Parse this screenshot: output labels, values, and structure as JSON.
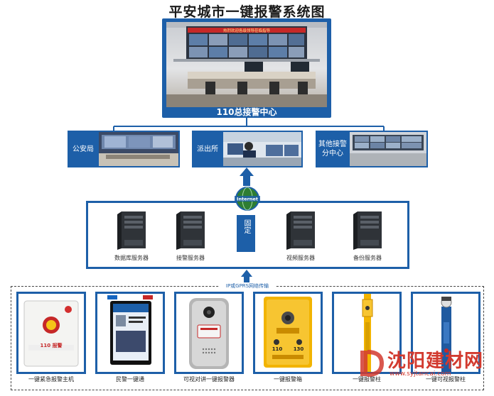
{
  "title": "平安城市一键报警系统图",
  "center": {
    "label": "110总接警中心",
    "banner": "热烈欢迎各级领导莅临指导"
  },
  "stations": [
    {
      "label": "公安局"
    },
    {
      "label": "派出所"
    },
    {
      "label": "其他接警分中心"
    }
  ],
  "network": {
    "internet_label": "Internet",
    "fixed_label": "固定",
    "link_label": "IP或GPRS网络传输",
    "servers": [
      {
        "label": "数据库服务器"
      },
      {
        "label": "接警服务器"
      },
      {
        "label": "视频服务器"
      },
      {
        "label": "备份服务器"
      }
    ]
  },
  "terminals": [
    {
      "label": "一键紧急报警主机",
      "badge": "110 报警"
    },
    {
      "label": "民警一键通"
    },
    {
      "label": "可视对讲一键报警器"
    },
    {
      "label": "一键报警箱",
      "num_left": "110",
      "num_right": "130"
    },
    {
      "label": "一键报警柱"
    },
    {
      "label": "一键可视报警柱"
    }
  ],
  "watermark": {
    "text": "沈阳建材网",
    "url": "www.syjtancai.com"
  },
  "colors": {
    "accent": "#1d5fa8",
    "alarm_yellow": "#f2b400",
    "watermark": "#d23a2f"
  }
}
